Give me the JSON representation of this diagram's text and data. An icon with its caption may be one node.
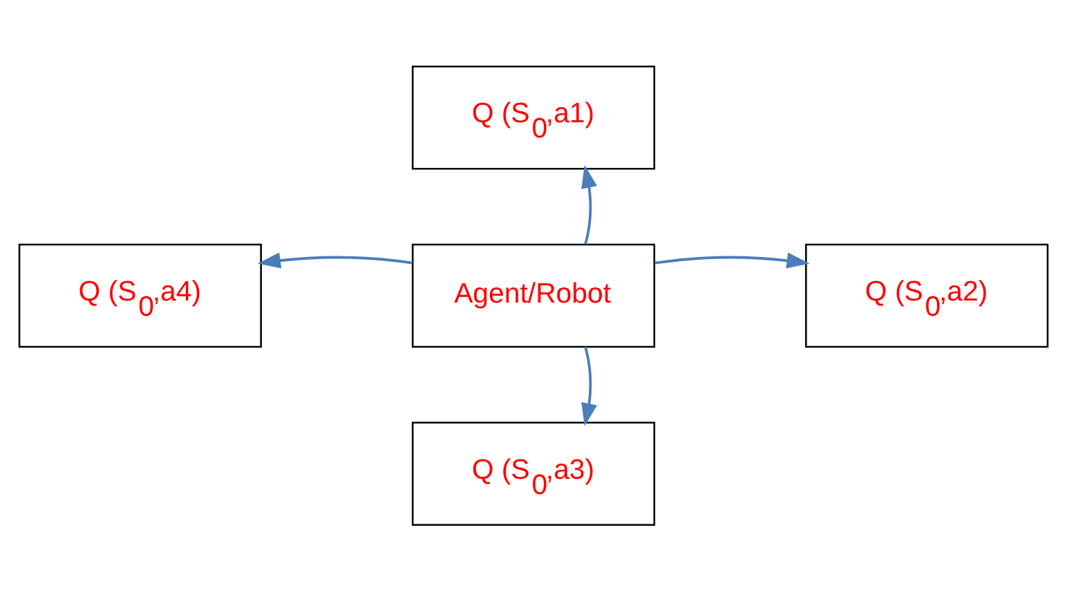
{
  "diagram": {
    "nodes": [
      {
        "text": [
          "Q (S$_{0}$,a1)"
        ]
      },
      {
        "text": [
          "Q (S$_{0}$,a4)"
        ]
      },
      {
        "text": [
          "Agent/Robot"
        ]
      },
      {
        "text": [
          "Q (S$_{0}$,a2)"
        ]
      },
      {
        "text": [
          "Q (S$_{0}$,a3)"
        ]
      }
    ],
    "edges": [
      {
        "from": 2,
        "to": 0,
        "arrow": "to"
      },
      {
        "from": 2,
        "to": 3,
        "arrow": "to"
      },
      {
        "from": 2,
        "to": 4,
        "arrow": "to"
      },
      {
        "from": 2,
        "to": 1,
        "arrow": "to"
      }
    ]
  }
}
